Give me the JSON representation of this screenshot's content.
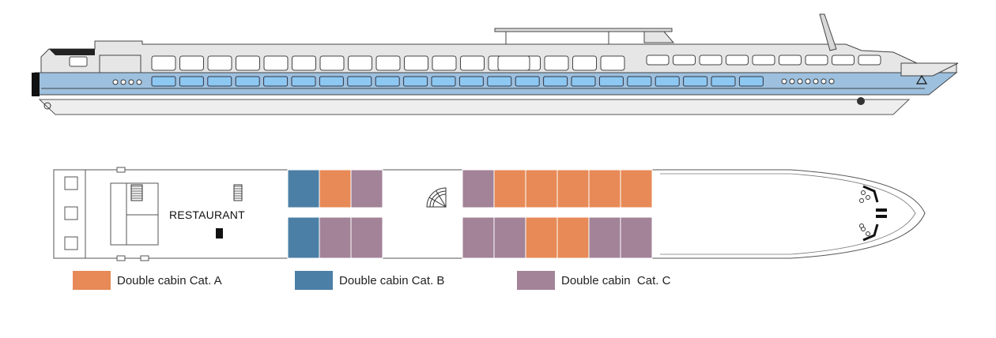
{
  "deck": {
    "restaurant_label": "RESTAURANT"
  },
  "legend": [
    {
      "label": "Double cabin Cat. A",
      "color": "#e78a57"
    },
    {
      "label": "Double cabin Cat. B",
      "color": "#4c7fa6"
    },
    {
      "label": "Double cabin  Cat. C",
      "color": "#a28398"
    }
  ],
  "cabins": {
    "top_row": [
      "B",
      "A",
      "C",
      "C",
      "A",
      "A",
      "A",
      "A",
      "A"
    ],
    "bottom_row": [
      "B",
      "C",
      "C",
      "C",
      "C",
      "A",
      "A",
      "C",
      "C"
    ]
  },
  "colors": {
    "hull_blue": "#9dc0de",
    "window_blue": "#8cc8f2",
    "outline": "#333333",
    "ship_gray": "#e6e6e6"
  }
}
